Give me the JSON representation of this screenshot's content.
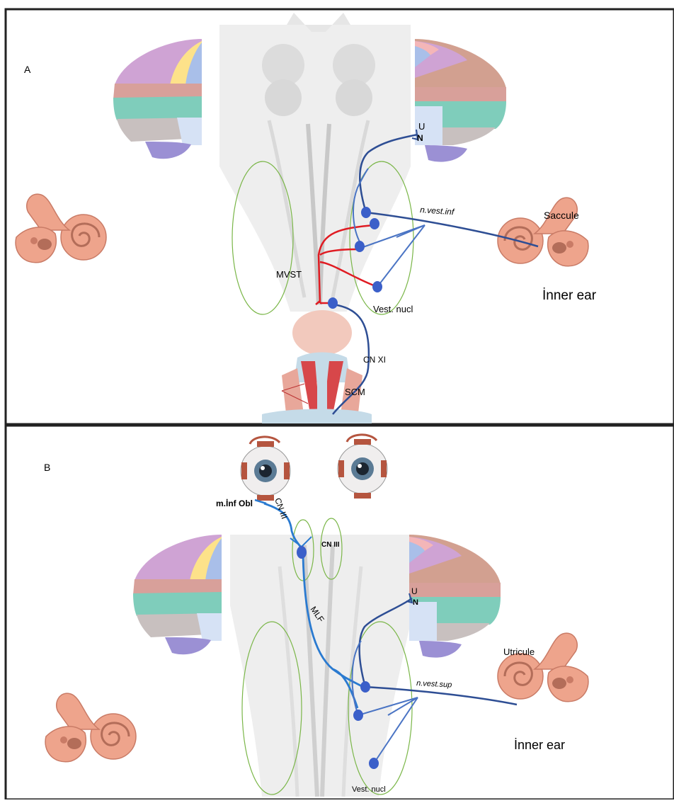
{
  "panel_a": {
    "letter": "A",
    "labels": {
      "u": "U",
      "n": "N",
      "saccule": "Saccule",
      "nerve": "n.vest.inf",
      "tract": "MVST",
      "nucleus": "Vest. nucl",
      "inner_ear": "İnner ear",
      "cranial_nerve": "CN XI",
      "muscle": "SCM"
    }
  },
  "panel_b": {
    "letter": "B",
    "labels": {
      "muscle": "m.İnf Obl",
      "cn3_path": "CN III",
      "cn3_nucleus": "CN III",
      "mlf": "MLF",
      "u": "U",
      "n": "N",
      "utricule": "Utricule",
      "nerve": "n.vest.sup",
      "inner_ear": "İnner ear",
      "nucleus": "Vest. nucl"
    }
  },
  "colors": {
    "frame": "#222222",
    "vestibular_neuron": "#2e4e94",
    "branch": "#4a74c4",
    "mlf": "#2a7ad0",
    "tract": "#e01b22",
    "nucleus_outline": "#7ab648",
    "ear": "#eea48c",
    "neuron_body": "#3b5fc9"
  }
}
